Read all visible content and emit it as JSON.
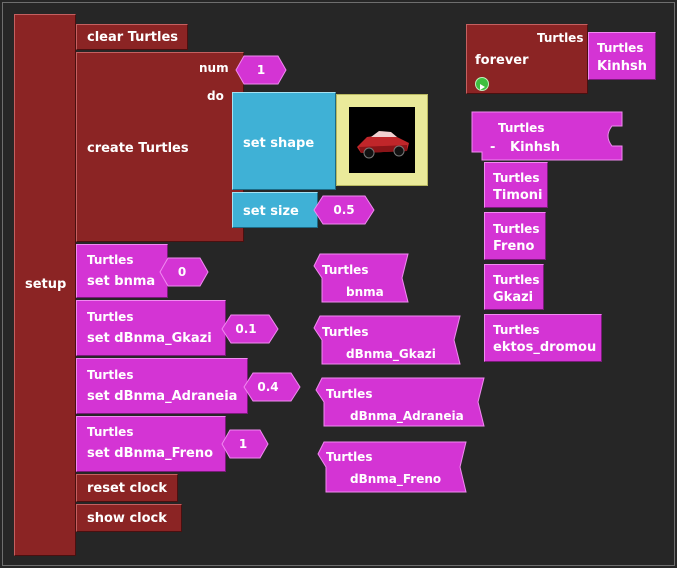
{
  "setup": {
    "label": "setup",
    "clear_turtles": "clear Turtles",
    "create_turtles": "create Turtles",
    "num_label": "num",
    "num_value": "1",
    "do_label": "do",
    "set_shape": "set shape",
    "set_size": "set size",
    "size_value": "0.5",
    "reset_clock": "reset clock",
    "show_clock": "show clock",
    "setters": [
      {
        "breed": "Turtles",
        "label": "set bnma",
        "value": "0"
      },
      {
        "breed": "Turtles",
        "label": "set dBnma_Gkazi",
        "value": "0.1"
      },
      {
        "breed": "Turtles",
        "label": "set dBnma_Adraneia",
        "value": "0.4"
      },
      {
        "breed": "Turtles",
        "label": "set dBnma_Freno",
        "value": "1"
      }
    ]
  },
  "getters": [
    {
      "breed": "Turtles",
      "label": "bnma"
    },
    {
      "breed": "Turtles",
      "label": "dBnma_Gkazi"
    },
    {
      "breed": "Turtles",
      "label": "dBnma_Adraneia"
    },
    {
      "breed": "Turtles",
      "label": "dBnma_Freno"
    }
  ],
  "forever": {
    "label": "forever",
    "breed": "Turtles",
    "proc_breed": "Turtles",
    "proc_name": "Kinhsh"
  },
  "procedure": {
    "breed": "Turtles",
    "prefix": "-",
    "name": "Kinhsh",
    "calls": [
      {
        "breed": "Turtles",
        "name": "Timoni"
      },
      {
        "breed": "Turtles",
        "name": "Freno"
      },
      {
        "breed": "Turtles",
        "name": "Gkazi"
      },
      {
        "breed": "Turtles",
        "name": "ektos_dromou"
      }
    ]
  },
  "colors": {
    "background": "#262626",
    "control": "#8b2424",
    "turtle_vars": "#d434d4",
    "shape_blocks": "#3fb1d6",
    "shape_frame": "#eaea9a"
  }
}
